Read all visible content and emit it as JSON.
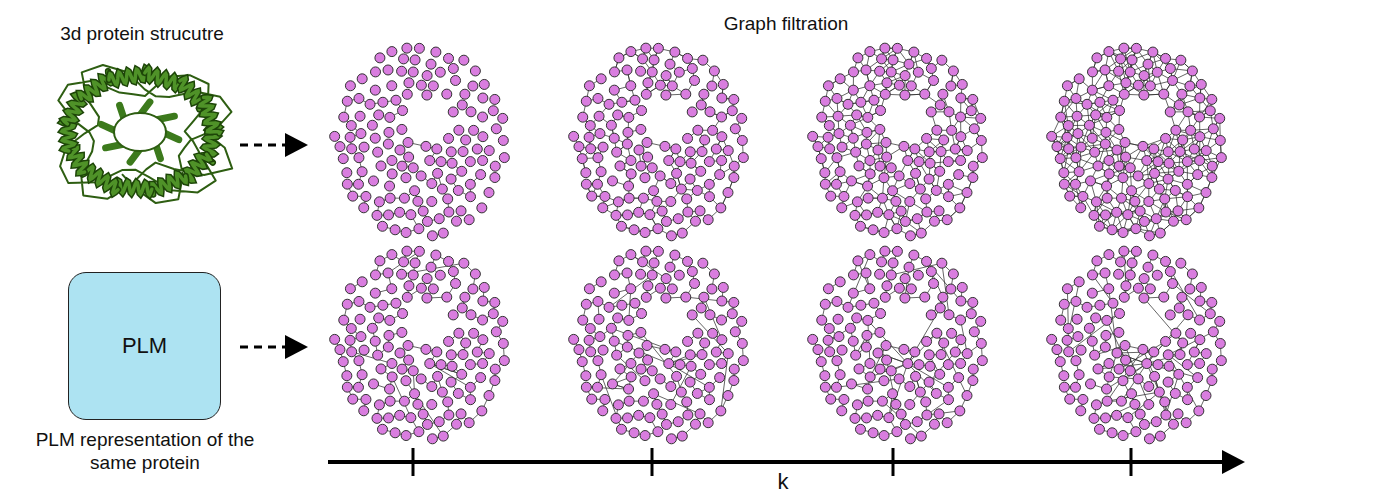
{
  "diagram": {
    "title": "Graph filtration",
    "nodes": [
      {
        "text": [
          "PLM",
          "PLM representation of the same protein"
        ]
      }
    ],
    "labels": [
      "3d protein strucutre",
      "k"
    ]
  }
}
